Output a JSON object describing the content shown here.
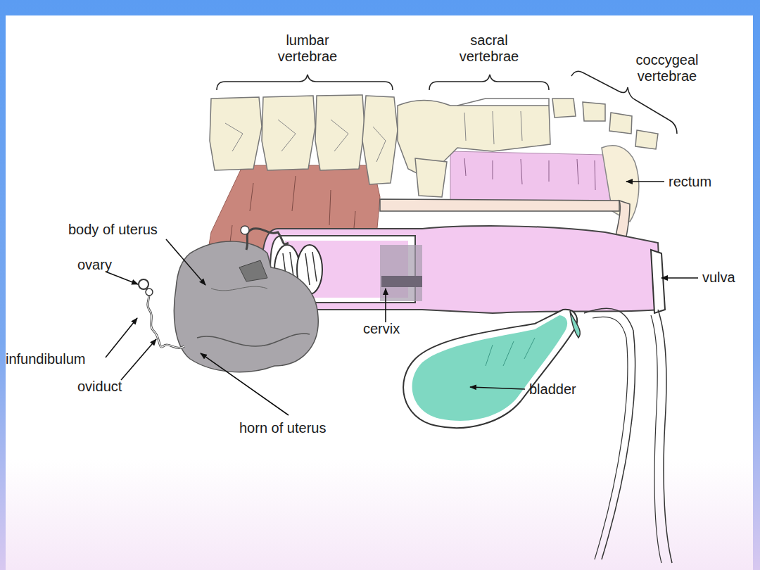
{
  "diagram": {
    "labels": [
      "lumbar vertebrae",
      "sacral vertebrae",
      "coccygeal vertebrae",
      "rectum",
      "body of uterus",
      "ovary",
      "vulva",
      "infundibulum",
      "cervix",
      "oviduct",
      "bladder",
      "horn of uterus"
    ]
  }
}
